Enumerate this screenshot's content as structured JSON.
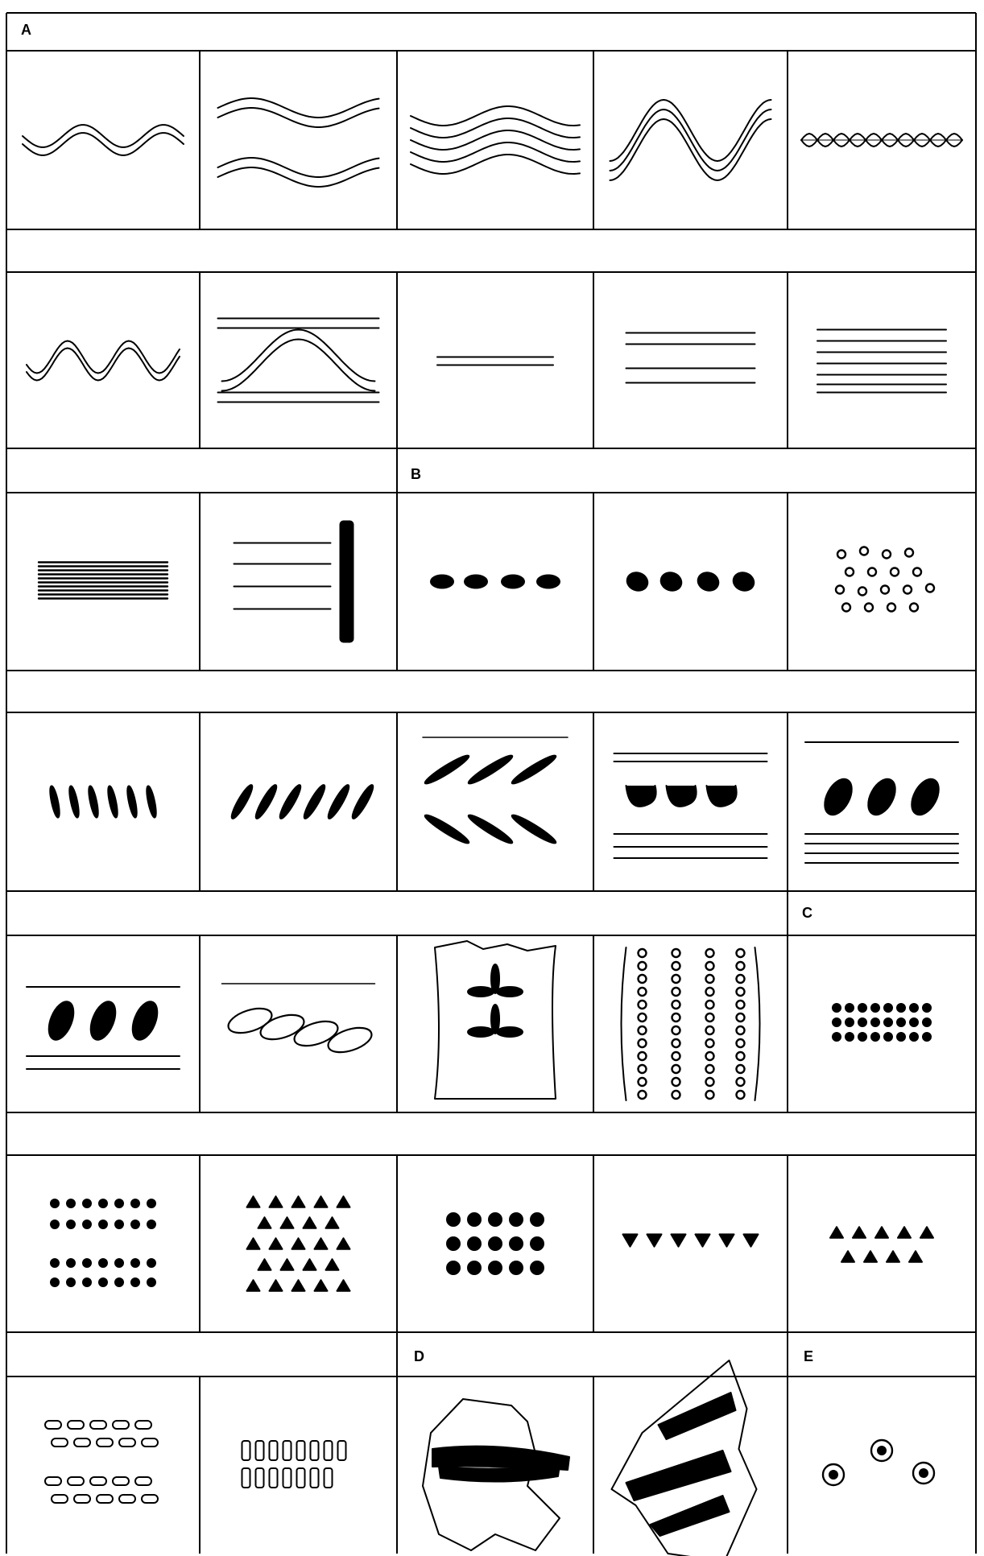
{
  "plate": {
    "section_labels": {
      "a": "A",
      "b": "B",
      "c": "C",
      "d": "D",
      "e": "E"
    },
    "cells": [
      {
        "section": "A",
        "motif": "single-wavy-band-icon"
      },
      {
        "section": "A",
        "motif": "double-wavy-bands-icon"
      },
      {
        "section": "A",
        "motif": "triple-wavy-bands-icon"
      },
      {
        "section": "A",
        "motif": "deep-wave-band-icon"
      },
      {
        "section": "A",
        "motif": "twisted-cord-icon"
      },
      {
        "section": "A",
        "motif": "irregular-wave-icon"
      },
      {
        "section": "A",
        "motif": "wave-between-lines-icon"
      },
      {
        "section": "A",
        "motif": "two-horizontal-lines-icon"
      },
      {
        "section": "A",
        "motif": "four-horizontal-lines-icon"
      },
      {
        "section": "A",
        "motif": "many-horizontal-lines-icon"
      },
      {
        "section": "A",
        "motif": "dense-horizontal-combing-icon"
      },
      {
        "section": "A",
        "motif": "lines-with-thick-bar-icon"
      },
      {
        "section": "B",
        "motif": "row-of-oval-impressions-icon"
      },
      {
        "section": "B",
        "motif": "row-of-heart-impressions-icon"
      },
      {
        "section": "B",
        "motif": "scattered-ring-impressions-icon"
      },
      {
        "section": "B",
        "motif": "vertical-slash-impressions-icon"
      },
      {
        "section": "B",
        "motif": "diagonal-slash-impressions-icon"
      },
      {
        "section": "B",
        "motif": "two-rows-diagonal-slashes-icon"
      },
      {
        "section": "B",
        "motif": "crescent-impressions-with-lines-icon"
      },
      {
        "section": "B",
        "motif": "oval-impressions-between-lines-icon"
      },
      {
        "section": "B",
        "motif": "slanted-ovals-between-lines-icon"
      },
      {
        "section": "B",
        "motif": "overlapping-ovals-icon"
      },
      {
        "section": "B",
        "motif": "sherd-with-leaf-motif-icon"
      },
      {
        "section": "B",
        "motif": "vertical-dot-columns-icon"
      },
      {
        "section": "C",
        "motif": "dense-dot-rows-icon"
      },
      {
        "section": "C",
        "motif": "four-rows-small-dots-icon"
      },
      {
        "section": "C",
        "motif": "staggered-triangle-dots-icon"
      },
      {
        "section": "C",
        "motif": "three-rows-round-dots-icon"
      },
      {
        "section": "C",
        "motif": "row-of-triangles-icon"
      },
      {
        "section": "C",
        "motif": "two-rows-triangles-icon"
      },
      {
        "section": "C",
        "motif": "rows-of-oblong-dots-icon"
      },
      {
        "section": "C",
        "motif": "rows-of-rectangles-icon"
      },
      {
        "section": "D",
        "motif": "painted-sherd-one-icon"
      },
      {
        "section": "D",
        "motif": "painted-sherd-two-icon"
      },
      {
        "section": "E",
        "motif": "concentric-ring-stamps-icon"
      }
    ]
  }
}
